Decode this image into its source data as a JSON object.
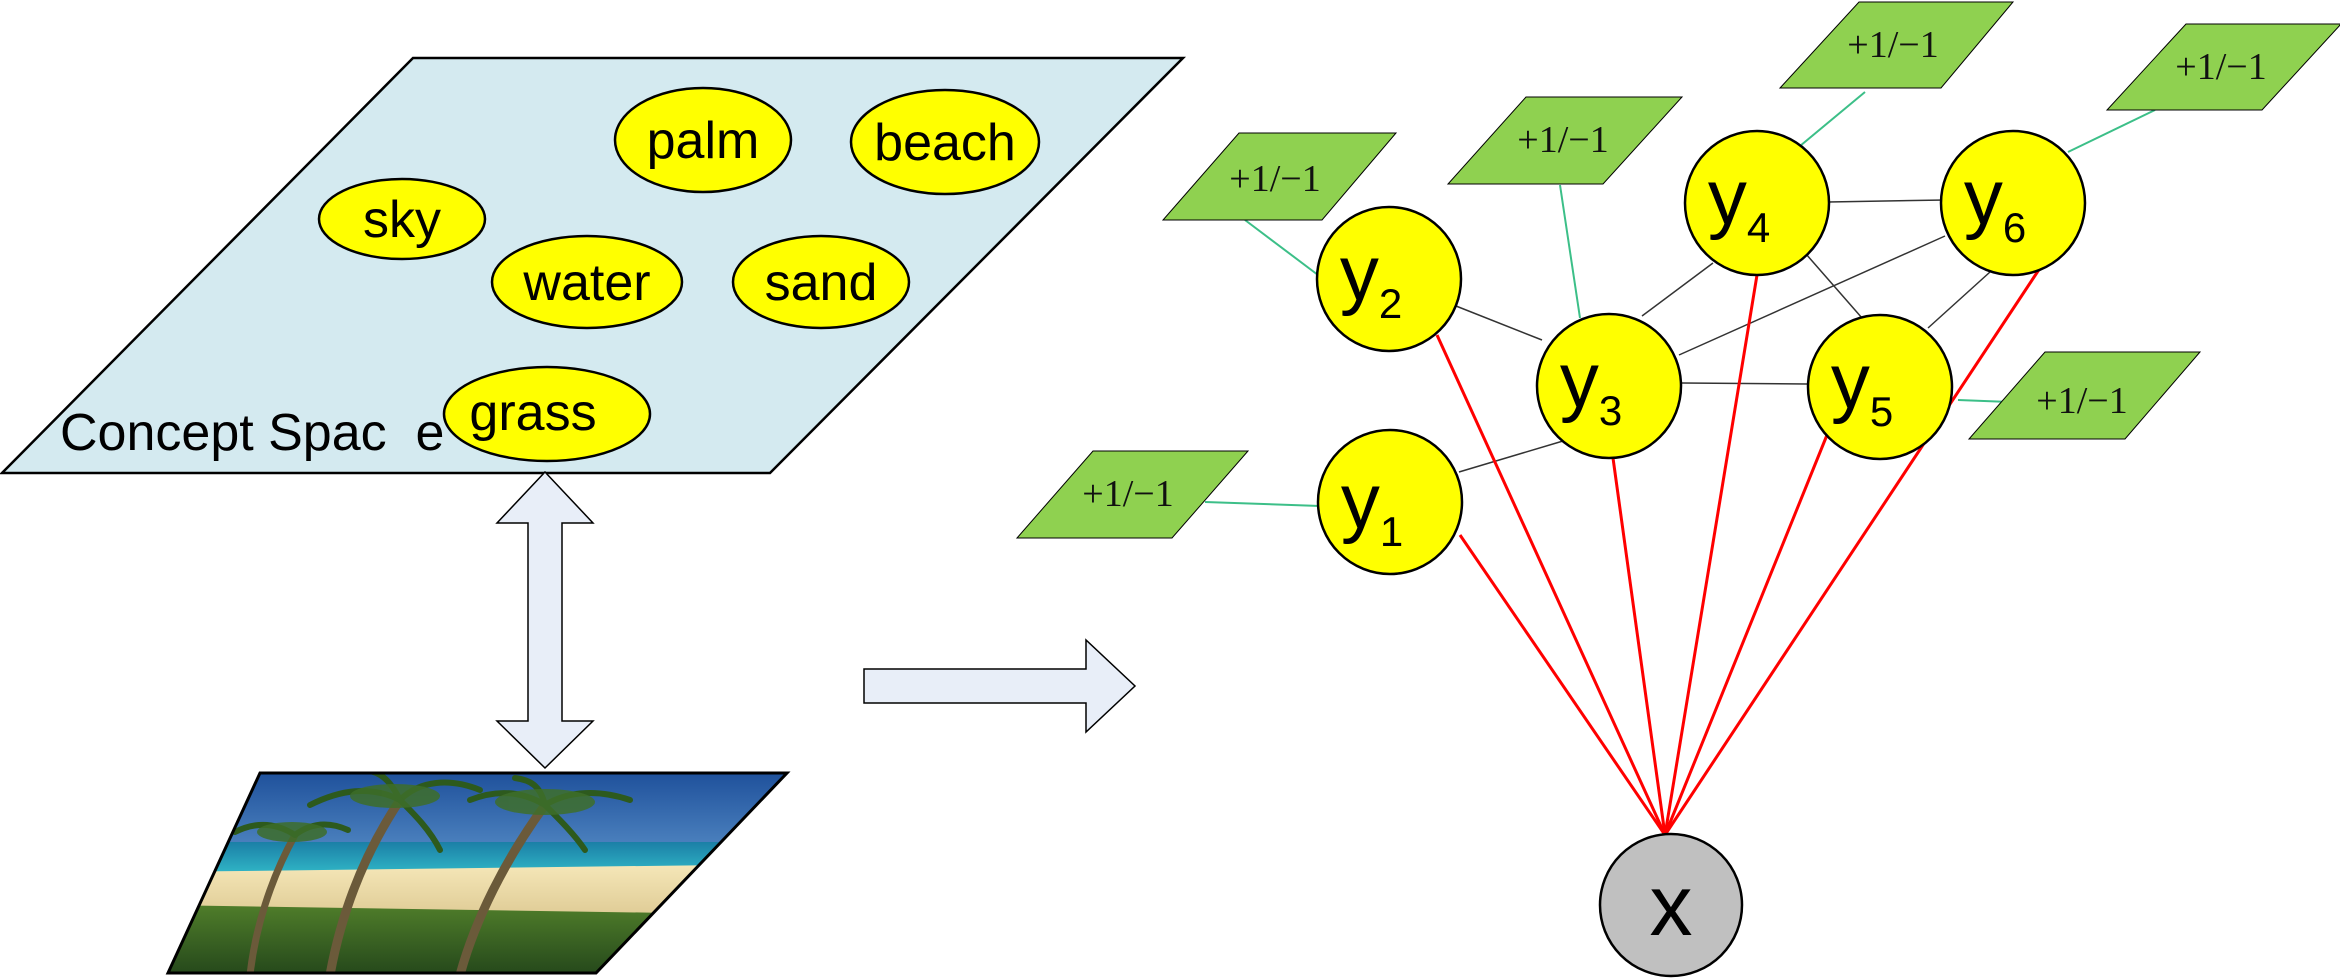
{
  "concept_space": {
    "label": "Concept Spac  e",
    "concepts": [
      "palm",
      "beach",
      "sky",
      "water",
      "sand",
      "grass"
    ]
  },
  "graph": {
    "label_nodes": [
      {
        "id": "y1",
        "base": "y",
        "sub": "1"
      },
      {
        "id": "y2",
        "base": "y",
        "sub": "2"
      },
      {
        "id": "y3",
        "base": "y",
        "sub": "3"
      },
      {
        "id": "y4",
        "base": "y",
        "sub": "4"
      },
      {
        "id": "y5",
        "base": "y",
        "sub": "5"
      },
      {
        "id": "y6",
        "base": "y",
        "sub": "6"
      }
    ],
    "image_node": {
      "id": "x",
      "label": "x"
    },
    "factor_label": "+1/−1",
    "edges": [
      [
        "y1",
        "y3"
      ],
      [
        "y2",
        "y3"
      ],
      [
        "y3",
        "y4"
      ],
      [
        "y3",
        "y5"
      ],
      [
        "y3",
        "y6"
      ],
      [
        "y4",
        "y6"
      ],
      [
        "y4",
        "y5"
      ],
      [
        "y5",
        "y6"
      ]
    ],
    "image_edges": [
      "y1",
      "y2",
      "y3",
      "y4",
      "y5",
      "y6"
    ]
  },
  "colors": {
    "concept_plane": "#d4eaf0",
    "concept_ellipse": "#ffff00",
    "node_fill": "#ffff00",
    "factor_fill": "#8fd150",
    "factor_link": "#3cbf88",
    "image_edge": "#ff0000",
    "x_node": "#c0c0c0",
    "arrow_fill": "#e8eef8"
  },
  "icons": {
    "photo": "beach-photo",
    "vertical_arrow": "double-headed-arrow",
    "horizontal_arrow": "right-arrow"
  }
}
